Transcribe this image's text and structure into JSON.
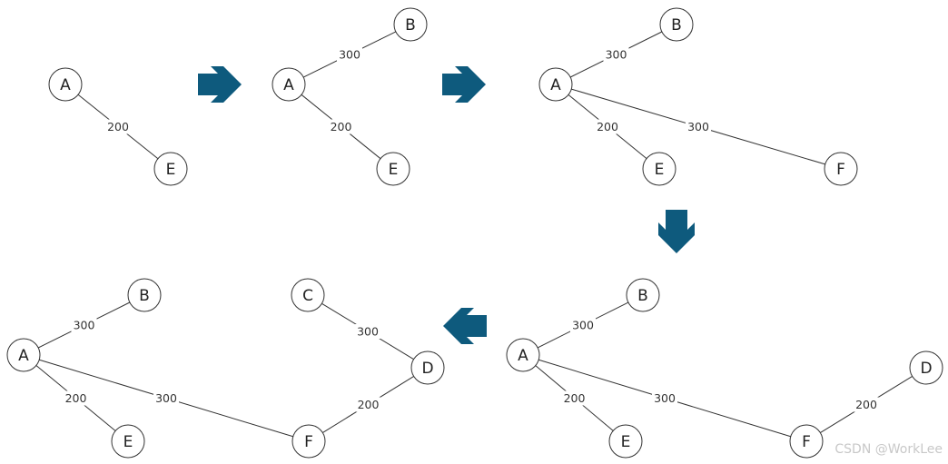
{
  "watermark": "CSDN @WorkLee",
  "colors": {
    "arrow": "#0e5a7d",
    "node_stroke": "#333333",
    "edge": "#333333",
    "watermark": "#c8c8c8"
  },
  "steps": [
    {
      "name": "step-1",
      "nodes": [
        "A",
        "E"
      ],
      "edges": [
        {
          "from": "A",
          "to": "E",
          "weight": "200"
        }
      ]
    },
    {
      "name": "step-2",
      "nodes": [
        "A",
        "B",
        "E"
      ],
      "edges": [
        {
          "from": "A",
          "to": "B",
          "weight": "300"
        },
        {
          "from": "A",
          "to": "E",
          "weight": "200"
        }
      ]
    },
    {
      "name": "step-3",
      "nodes": [
        "A",
        "B",
        "E",
        "F"
      ],
      "edges": [
        {
          "from": "A",
          "to": "B",
          "weight": "300"
        },
        {
          "from": "A",
          "to": "E",
          "weight": "200"
        },
        {
          "from": "A",
          "to": "F",
          "weight": "300"
        }
      ]
    },
    {
      "name": "step-4",
      "nodes": [
        "A",
        "B",
        "E",
        "F",
        "D"
      ],
      "edges": [
        {
          "from": "A",
          "to": "B",
          "weight": "300"
        },
        {
          "from": "A",
          "to": "E",
          "weight": "200"
        },
        {
          "from": "A",
          "to": "F",
          "weight": "300"
        },
        {
          "from": "F",
          "to": "D",
          "weight": "200"
        }
      ]
    },
    {
      "name": "step-5",
      "nodes": [
        "A",
        "B",
        "E",
        "F",
        "D",
        "C"
      ],
      "edges": [
        {
          "from": "A",
          "to": "B",
          "weight": "300"
        },
        {
          "from": "A",
          "to": "E",
          "weight": "200"
        },
        {
          "from": "A",
          "to": "F",
          "weight": "300"
        },
        {
          "from": "F",
          "to": "D",
          "weight": "200"
        },
        {
          "from": "D",
          "to": "C",
          "weight": "300"
        }
      ]
    }
  ],
  "arrows": [
    {
      "name": "arrow-right-1",
      "direction": "right"
    },
    {
      "name": "arrow-right-2",
      "direction": "right"
    },
    {
      "name": "arrow-down",
      "direction": "down"
    },
    {
      "name": "arrow-left",
      "direction": "left"
    }
  ]
}
